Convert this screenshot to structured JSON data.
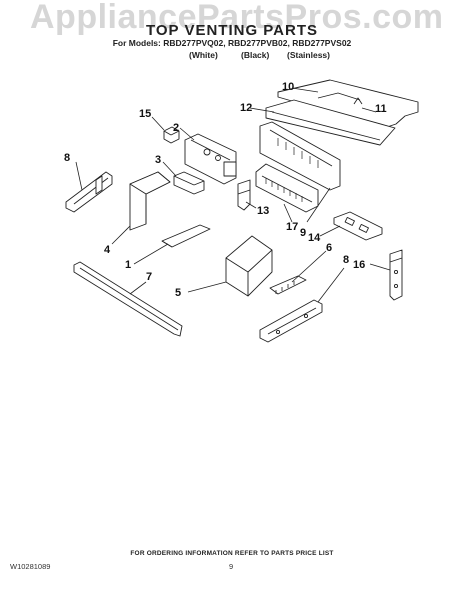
{
  "watermark": "AppliancePartsPros.com",
  "header": {
    "title": "TOP VENTING PARTS",
    "models": "For Models: RBD277PVQ02, RBD277PVB02, RBD277PVS02",
    "variants": [
      "(White)",
      "(Black)",
      "(Stainless)"
    ]
  },
  "callouts": {
    "c10": "10",
    "c12": "12",
    "c11": "11",
    "c15": "15",
    "c2": "2",
    "c8a": "8",
    "c3": "3",
    "c13": "13",
    "c17": "17",
    "c9": "9",
    "c14": "14",
    "c4": "4",
    "c1": "1",
    "c7": "7",
    "c6": "6",
    "c8b": "8",
    "c16": "16",
    "c5": "5"
  },
  "footer": {
    "note": "FOR ORDERING INFORMATION REFER TO PARTS PRICE LIST",
    "part_number": "W10281089",
    "page": "9"
  }
}
